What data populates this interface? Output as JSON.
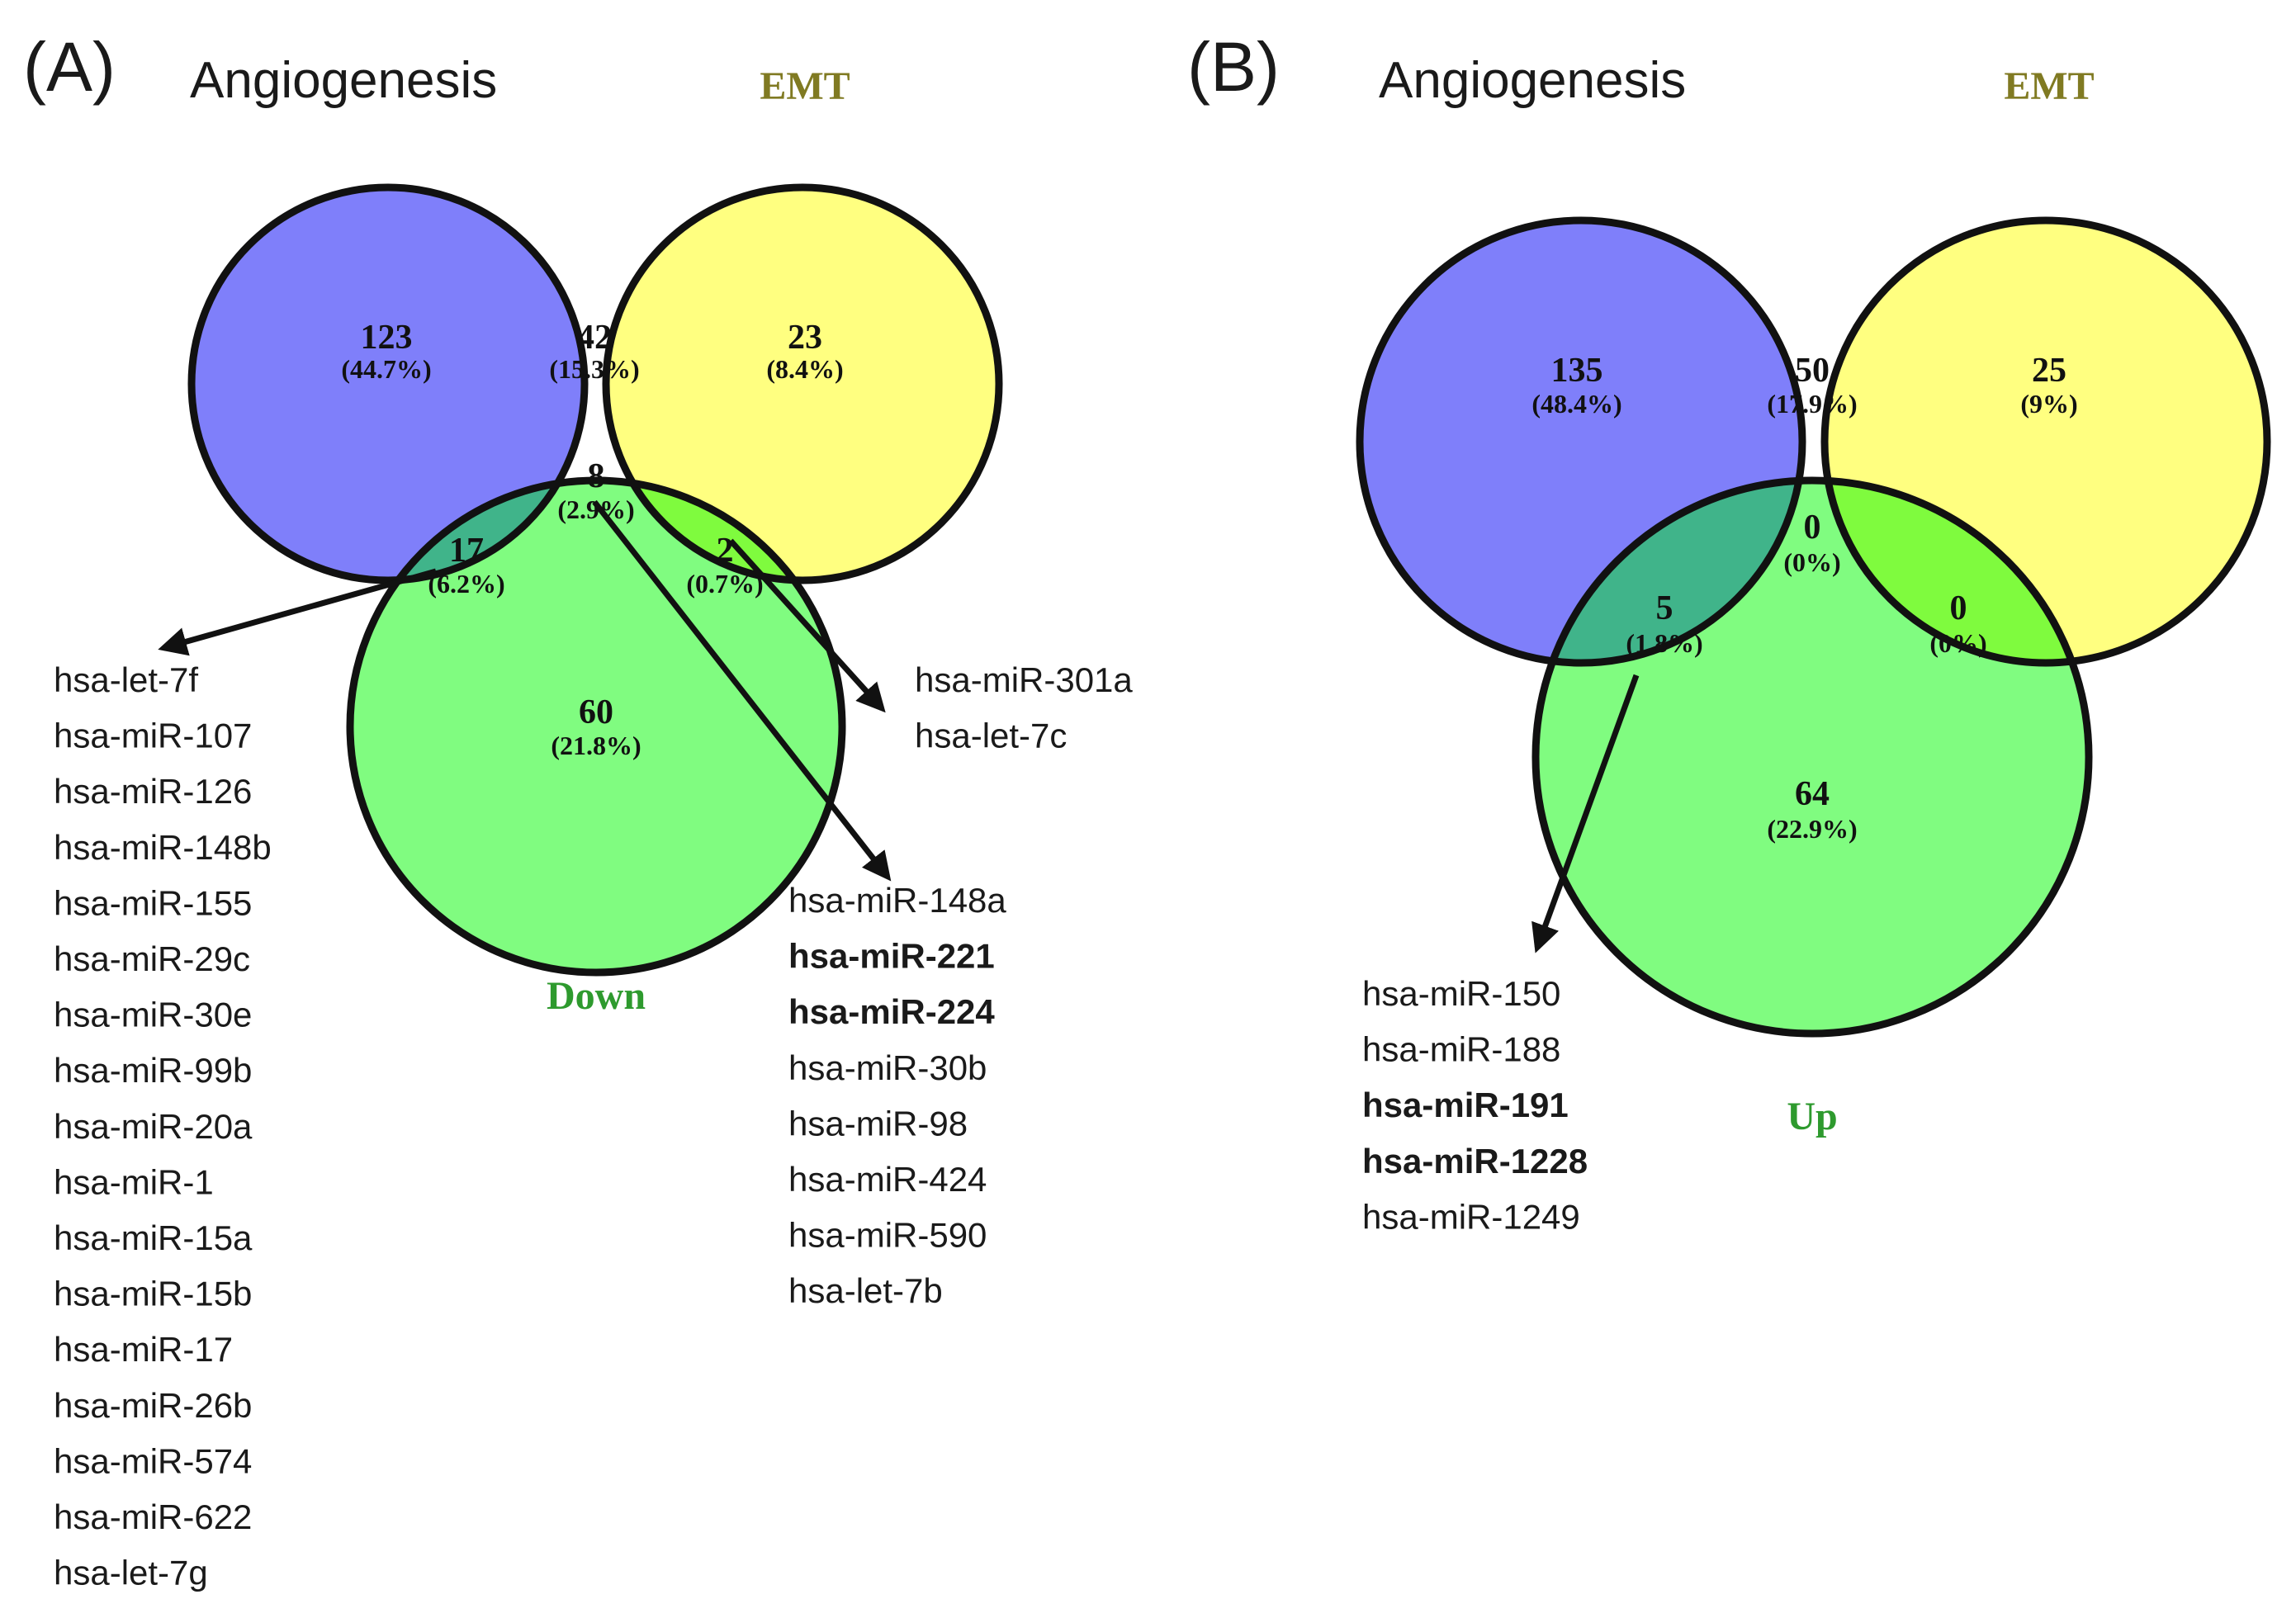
{
  "colors": {
    "angiogenesis": "#7f7ffa",
    "emt": "#ffff80",
    "angio_emt": "#bcb98a",
    "direction_set": "#80fc80",
    "angio_direction": "#40b48a",
    "emt_direction": "#7ffb3e",
    "all_three": "#5ad84e",
    "emt_label": "#807a22",
    "direction_label": "#2e9a2e",
    "outline": "#111111"
  },
  "panels": [
    {
      "letter": "(A)",
      "set_labels": {
        "angiogenesis": "Angiogenesis",
        "emt": "EMT",
        "direction": "Down"
      },
      "regions": {
        "angiogenesis_only": {
          "count": "123",
          "percent": "(44.7%)"
        },
        "emt_only": {
          "count": "23",
          "percent": "(8.4%)"
        },
        "angio_emt": {
          "count": "42",
          "percent": "(15.3%)"
        },
        "all_three": {
          "count": "8",
          "percent": "(2.9%)"
        },
        "angio_direction": {
          "count": "17",
          "percent": "(6.2%)"
        },
        "emt_direction": {
          "count": "2",
          "percent": "(0.7%)"
        },
        "direction_only": {
          "count": "60",
          "percent": "(21.8%)"
        }
      },
      "lists": {
        "angio_direction": [
          {
            "name": "hsa-let-7f",
            "bold": false
          },
          {
            "name": "hsa-miR-107",
            "bold": false
          },
          {
            "name": "hsa-miR-126",
            "bold": false
          },
          {
            "name": "hsa-miR-148b",
            "bold": false
          },
          {
            "name": "hsa-miR-155",
            "bold": false
          },
          {
            "name": "hsa-miR-29c",
            "bold": false
          },
          {
            "name": "hsa-miR-30e",
            "bold": false
          },
          {
            "name": "hsa-miR-99b",
            "bold": false
          },
          {
            "name": "hsa-miR-20a",
            "bold": false
          },
          {
            "name": "hsa-miR-1",
            "bold": false
          },
          {
            "name": "hsa-miR-15a",
            "bold": false
          },
          {
            "name": "hsa-miR-15b",
            "bold": false
          },
          {
            "name": "hsa-miR-17",
            "bold": false
          },
          {
            "name": "hsa-miR-26b",
            "bold": false
          },
          {
            "name": "hsa-miR-574",
            "bold": false
          },
          {
            "name": "hsa-miR-622",
            "bold": false
          },
          {
            "name": "hsa-let-7g",
            "bold": false
          }
        ],
        "emt_direction": [
          {
            "name": "hsa-miR-301a",
            "bold": false
          },
          {
            "name": "hsa-let-7c",
            "bold": false
          }
        ],
        "all_three": [
          {
            "name": "hsa-miR-148a",
            "bold": false
          },
          {
            "name": "hsa-miR-221",
            "bold": true
          },
          {
            "name": "hsa-miR-224",
            "bold": true
          },
          {
            "name": "hsa-miR-30b",
            "bold": false
          },
          {
            "name": "hsa-miR-98",
            "bold": false
          },
          {
            "name": "hsa-miR-424",
            "bold": false
          },
          {
            "name": "hsa-miR-590",
            "bold": false
          },
          {
            "name": "hsa-let-7b",
            "bold": false
          }
        ]
      }
    },
    {
      "letter": "(B)",
      "set_labels": {
        "angiogenesis": "Angiogenesis",
        "emt": "EMT",
        "direction": "Up"
      },
      "regions": {
        "angiogenesis_only": {
          "count": "135",
          "percent": "(48.4%)"
        },
        "emt_only": {
          "count": "25",
          "percent": "(9%)"
        },
        "angio_emt": {
          "count": "50",
          "percent": "(17.9%)"
        },
        "all_three": {
          "count": "0",
          "percent": "(0%)"
        },
        "angio_direction": {
          "count": "5",
          "percent": "(1.8%)"
        },
        "emt_direction": {
          "count": "0",
          "percent": "(0%)"
        },
        "direction_only": {
          "count": "64",
          "percent": "(22.9%)"
        }
      },
      "lists": {
        "angio_direction": [
          {
            "name": "hsa-miR-150",
            "bold": false
          },
          {
            "name": "hsa-miR-188",
            "bold": false
          },
          {
            "name": "hsa-miR-191",
            "bold": true
          },
          {
            "name": "hsa-miR-1228",
            "bold": true
          },
          {
            "name": "hsa-miR-1249",
            "bold": false
          }
        ]
      }
    }
  ]
}
